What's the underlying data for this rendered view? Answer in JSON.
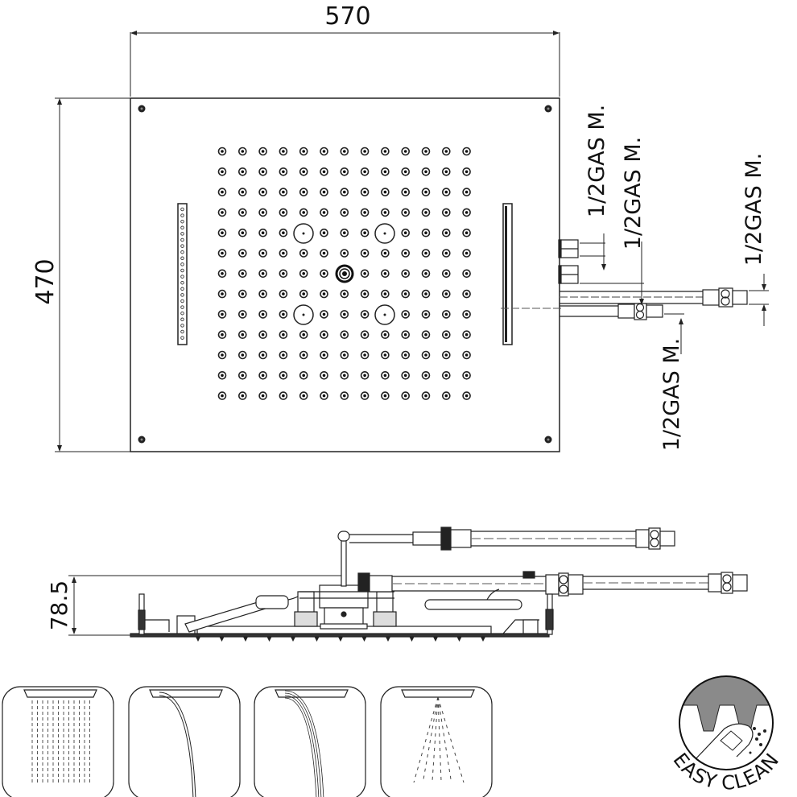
{
  "top_view": {
    "width_dimension": "570",
    "height_dimension": "470",
    "nozzle_grid": {
      "rows": 13,
      "cols": 13
    },
    "connections": [
      {
        "label": "1/2GAS M."
      },
      {
        "label": "1/2GAS M."
      },
      {
        "label": "1/2GAS M."
      },
      {
        "label": "1/2GAS M."
      }
    ]
  },
  "side_view": {
    "height_dimension": "78.5"
  },
  "function_icons": [
    {
      "name": "rain"
    },
    {
      "name": "waterfall-single"
    },
    {
      "name": "waterfall-cascade"
    },
    {
      "name": "mist-spray"
    }
  ],
  "easy_clean": {
    "label": "EASY CLEAN"
  },
  "colors": {
    "line": "#222222",
    "badge_fill": "#8a8a8a"
  }
}
